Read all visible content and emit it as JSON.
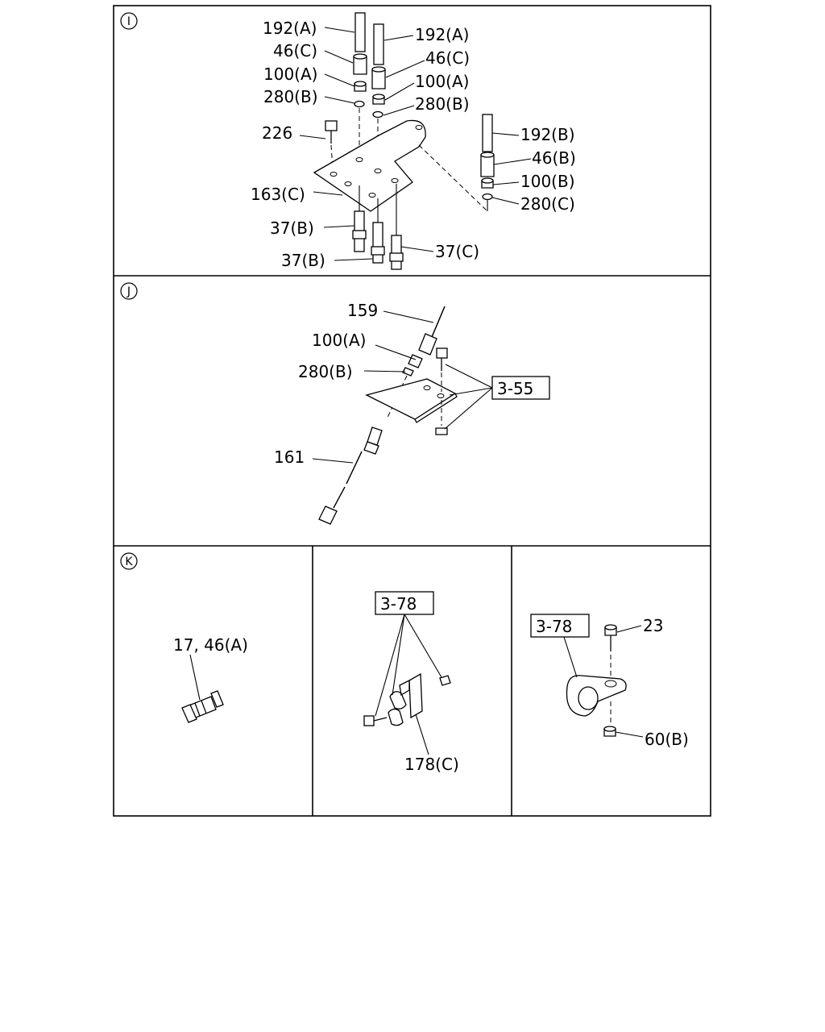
{
  "sections": [
    {
      "marker": "I",
      "labels": {
        "hose_192a_left": "192(A)",
        "hose_192a_right": "192(A)",
        "fitting_46c_left": "46(C)",
        "fitting_46c_right": "46(C)",
        "nut_100a_left": "100(A)",
        "nut_100a_right": "100(A)",
        "washer_280b_left": "280(B)",
        "washer_280b_right": "280(B)",
        "bolt_226": "226",
        "bracket_163c": "163(C)",
        "hose_192b": "192(B)",
        "fitting_46b": "46(B)",
        "nut_100b": "100(B)",
        "washer_280c": "280(C)",
        "union_37b_upper": "37(B)",
        "union_37b_lower": "37(B)",
        "union_37c": "37(C)"
      }
    },
    {
      "marker": "J",
      "labels": {
        "hose_159": "159",
        "nut_100a": "100(A)",
        "washer_280b": "280(B)",
        "ref_3_55": "3-55",
        "hose_161": "161"
      }
    },
    {
      "marker": "K",
      "labels": {
        "union_17_46a": "17, 46(A)",
        "ref_3_78_mid": "3-78",
        "clip_178c": "178(C)",
        "ref_3_78_right": "3-78",
        "bolt_23": "23",
        "nut_60b": "60(B)"
      }
    }
  ]
}
